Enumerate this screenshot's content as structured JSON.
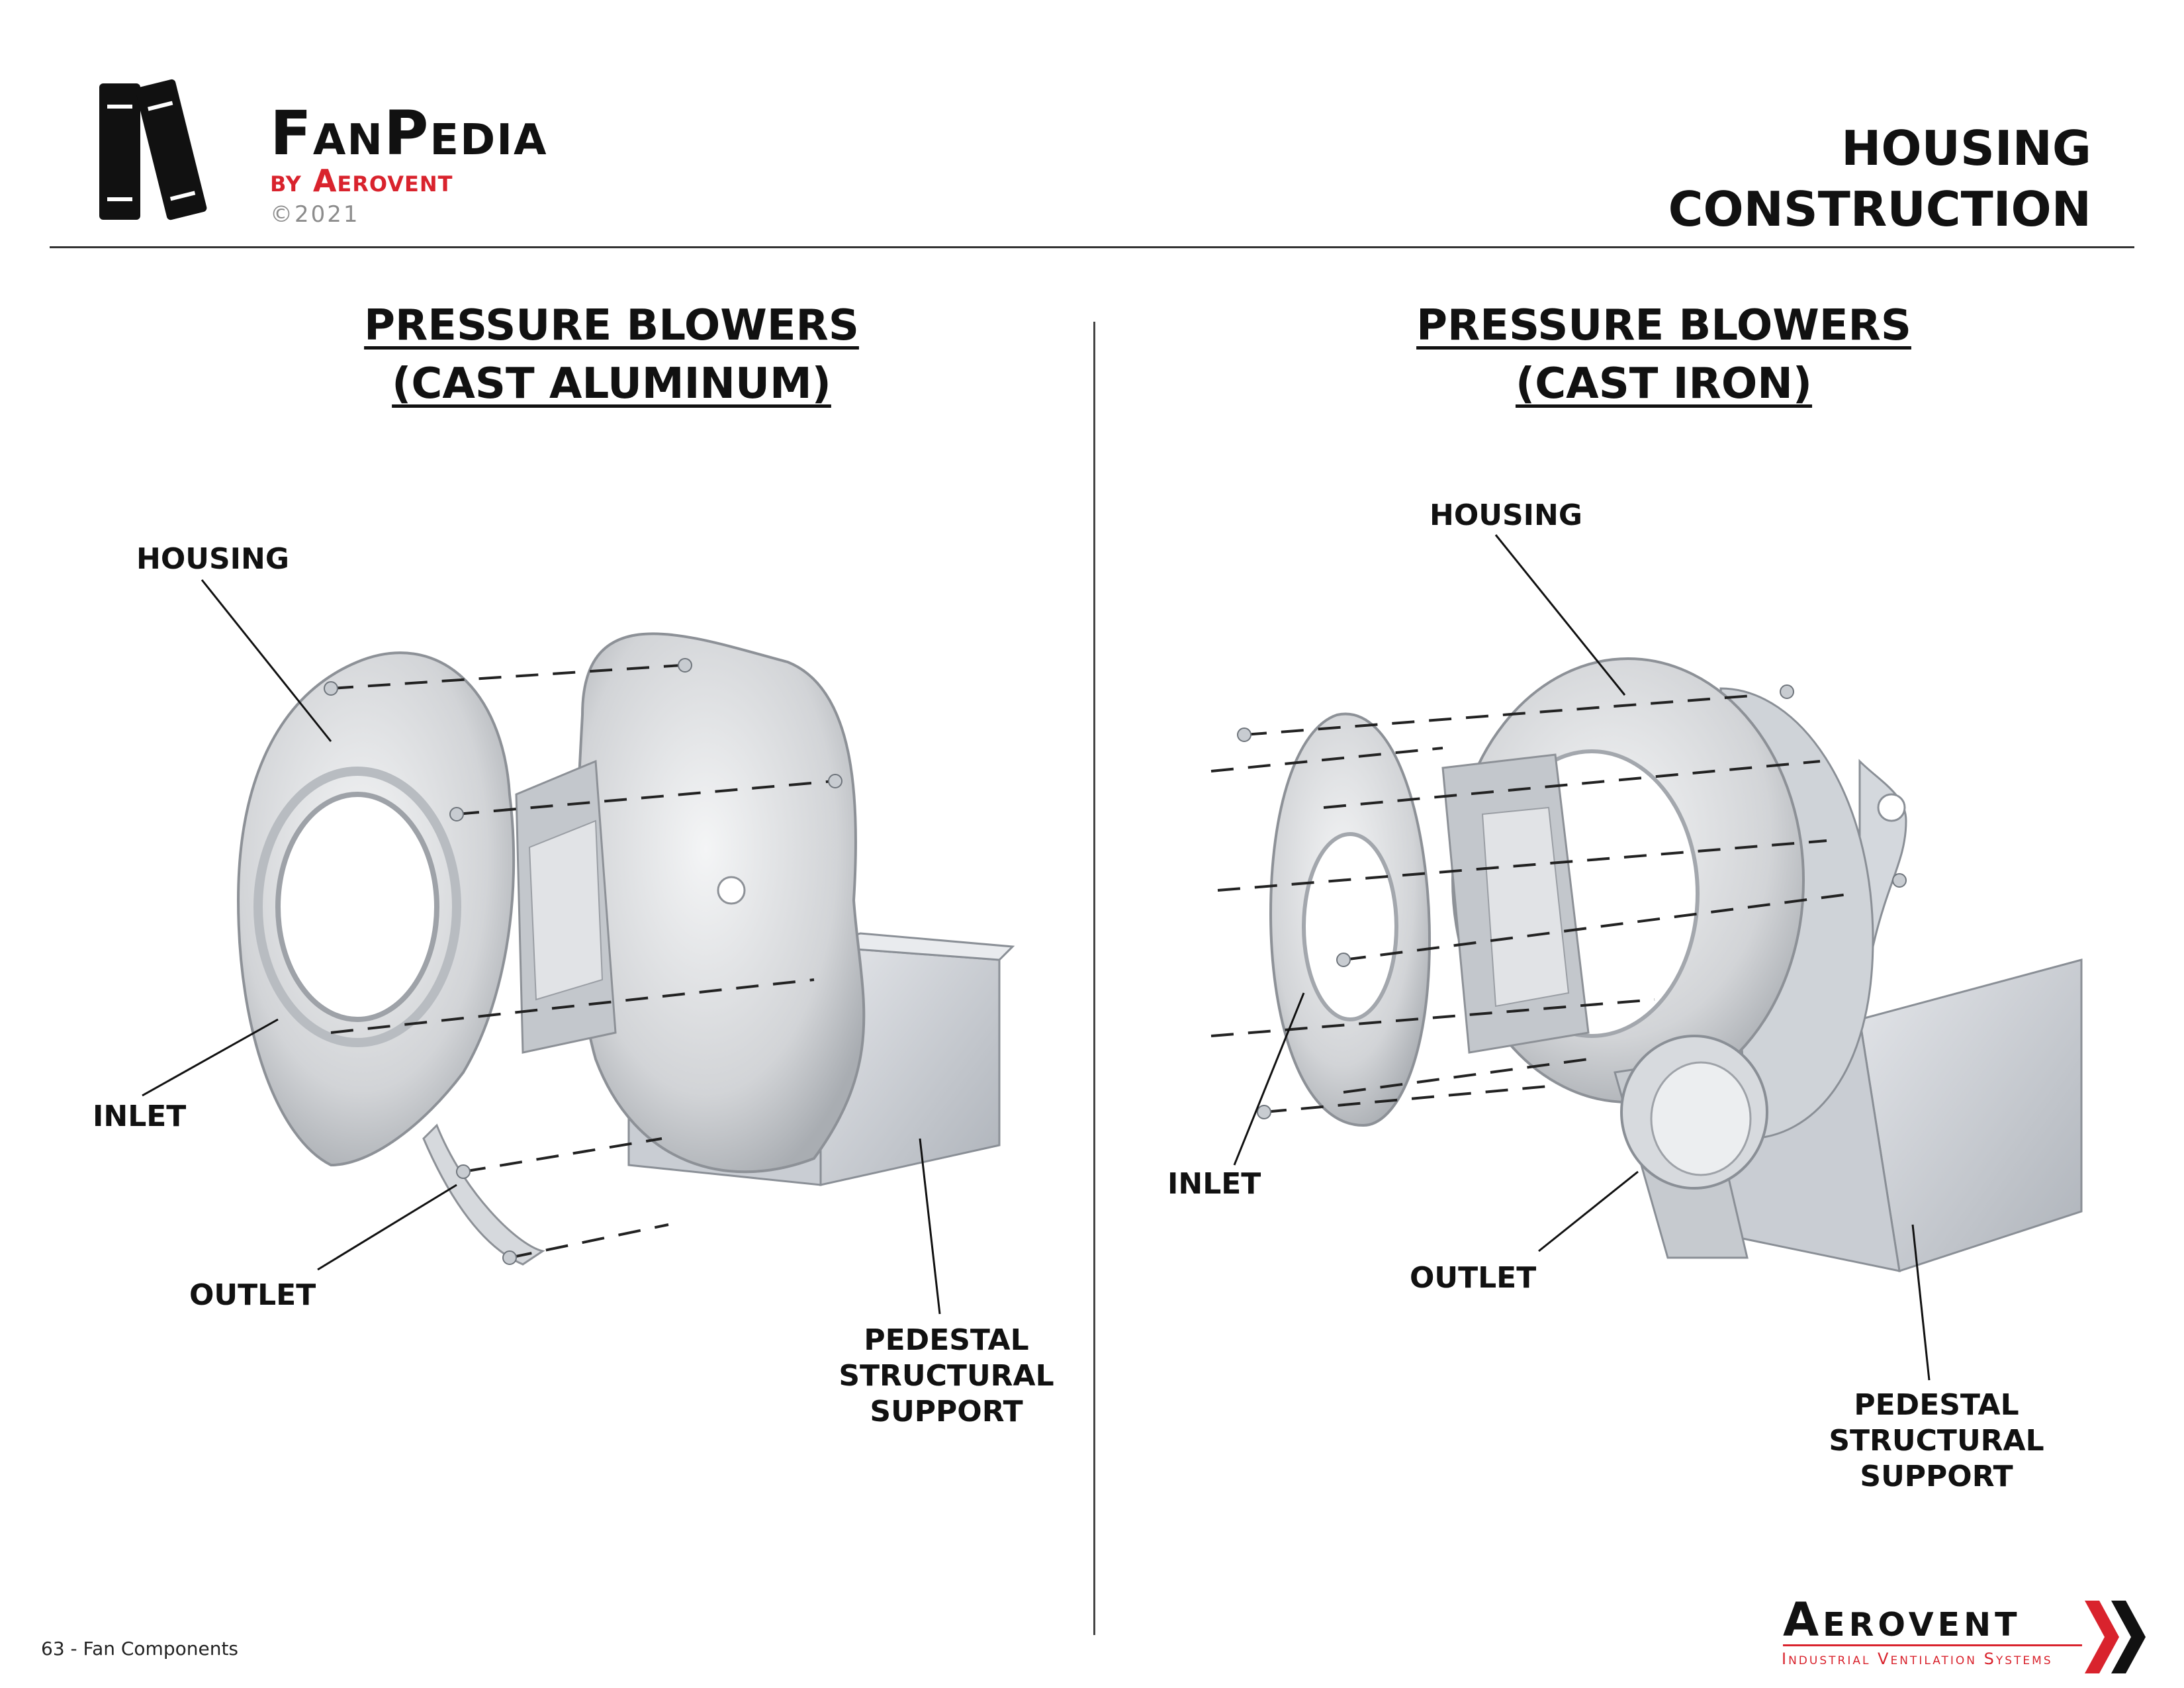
{
  "header": {
    "brand_name": "FanPedia",
    "brand_sub": "by Aerovent",
    "copyright": "©2021",
    "title_line1": "HOUSING",
    "title_line2": "CONSTRUCTION"
  },
  "left_panel": {
    "title_line1": "PRESSURE BLOWERS",
    "title_line2": "(CAST ALUMINUM)",
    "labels": {
      "housing": "HOUSING",
      "inlet": "INLET",
      "outlet": "OUTLET",
      "pedestal_line1": "PEDESTAL",
      "pedestal_line2": "STRUCTURAL",
      "pedestal_line3": "SUPPORT"
    }
  },
  "right_panel": {
    "title_line1": "PRESSURE BLOWERS",
    "title_line2": "(CAST IRON)",
    "labels": {
      "housing": "HOUSING",
      "inlet": "INLET",
      "outlet": "OUTLET",
      "pedestal_line1": "PEDESTAL",
      "pedestal_line2": "STRUCTURAL",
      "pedestal_line3": "SUPPORT"
    }
  },
  "footer": {
    "page_label": "63 - Fan Components",
    "company": "Aerovent",
    "tagline": "Industrial Ventilation Systems"
  },
  "colors": {
    "accent_red": "#d9232d",
    "text": "#111111",
    "part_gray": "#d9dbdd"
  }
}
